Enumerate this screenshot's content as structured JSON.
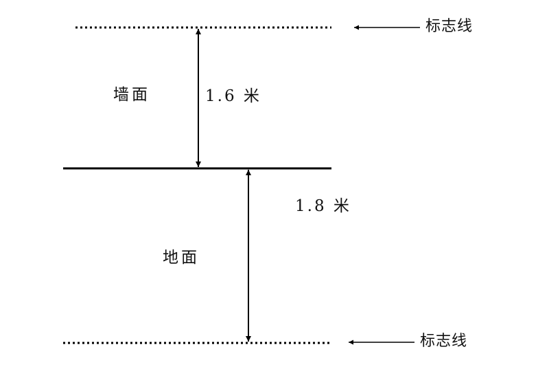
{
  "diagram": {
    "upper_region_label": "墙面",
    "lower_region_label": "地面",
    "upper_dimension_label": "1.6 米",
    "lower_dimension_label": "1.8 米",
    "top_marker_label": "标志线",
    "bottom_marker_label": "标志线"
  }
}
